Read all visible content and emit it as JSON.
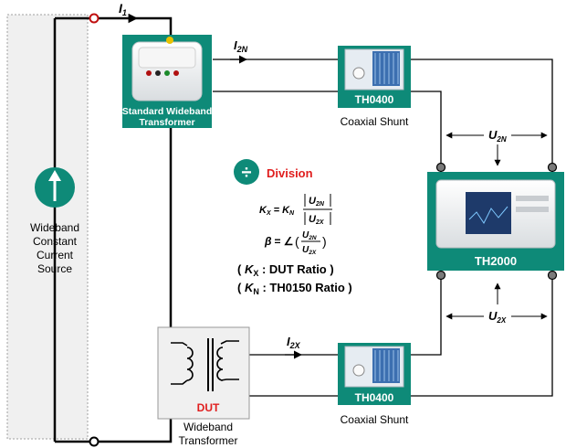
{
  "source": {
    "line1": "Wideband",
    "line2": "Constant",
    "line3": "Current",
    "line4": "Source"
  },
  "currents": {
    "i1_main": "I",
    "i1_sub": "1",
    "i2n_main": "I",
    "i2n_sub": "2N",
    "i2x_main": "I",
    "i2x_sub": "2X"
  },
  "standard_transformer": {
    "line1": "Standard Wideband",
    "line2": "Transformer"
  },
  "shunt_top": {
    "model": "TH0400",
    "caption": "Coaxial Shunt"
  },
  "shunt_bottom": {
    "model": "TH0400",
    "caption": "Coaxial Shunt"
  },
  "analyzer": {
    "model": "TH2000"
  },
  "voltages": {
    "u2n_main": "U",
    "u2n_sub": "2N",
    "u2x_main": "U",
    "u2x_sub": "2X"
  },
  "division": {
    "icon_symbol": "÷",
    "title": "Division",
    "kx_lhs_main": "K",
    "kx_lhs_sub": "X",
    "kx_eq": "=",
    "kn_main": "K",
    "kn_sub": "N",
    "num_main": "U",
    "num_sub": "2N",
    "den_main": "U",
    "den_sub": "2X",
    "beta": "β",
    "beta_eq": "= ∠",
    "note1_open": "( ",
    "note1_k": "K",
    "note1_sub": "X",
    "note1_text": " : DUT Ratio )",
    "note2_open": "( ",
    "note2_k": "K",
    "note2_sub": "N",
    "note2_text": " : TH0150 Ratio )"
  },
  "dut": {
    "tag": "DUT",
    "caption1": "Wideband",
    "caption2": "Transformer"
  },
  "colors": {
    "teal": "#0e8a78",
    "red": "#e01e1e",
    "wire": "#000000",
    "shunt_blue": "#3c6fb0"
  }
}
